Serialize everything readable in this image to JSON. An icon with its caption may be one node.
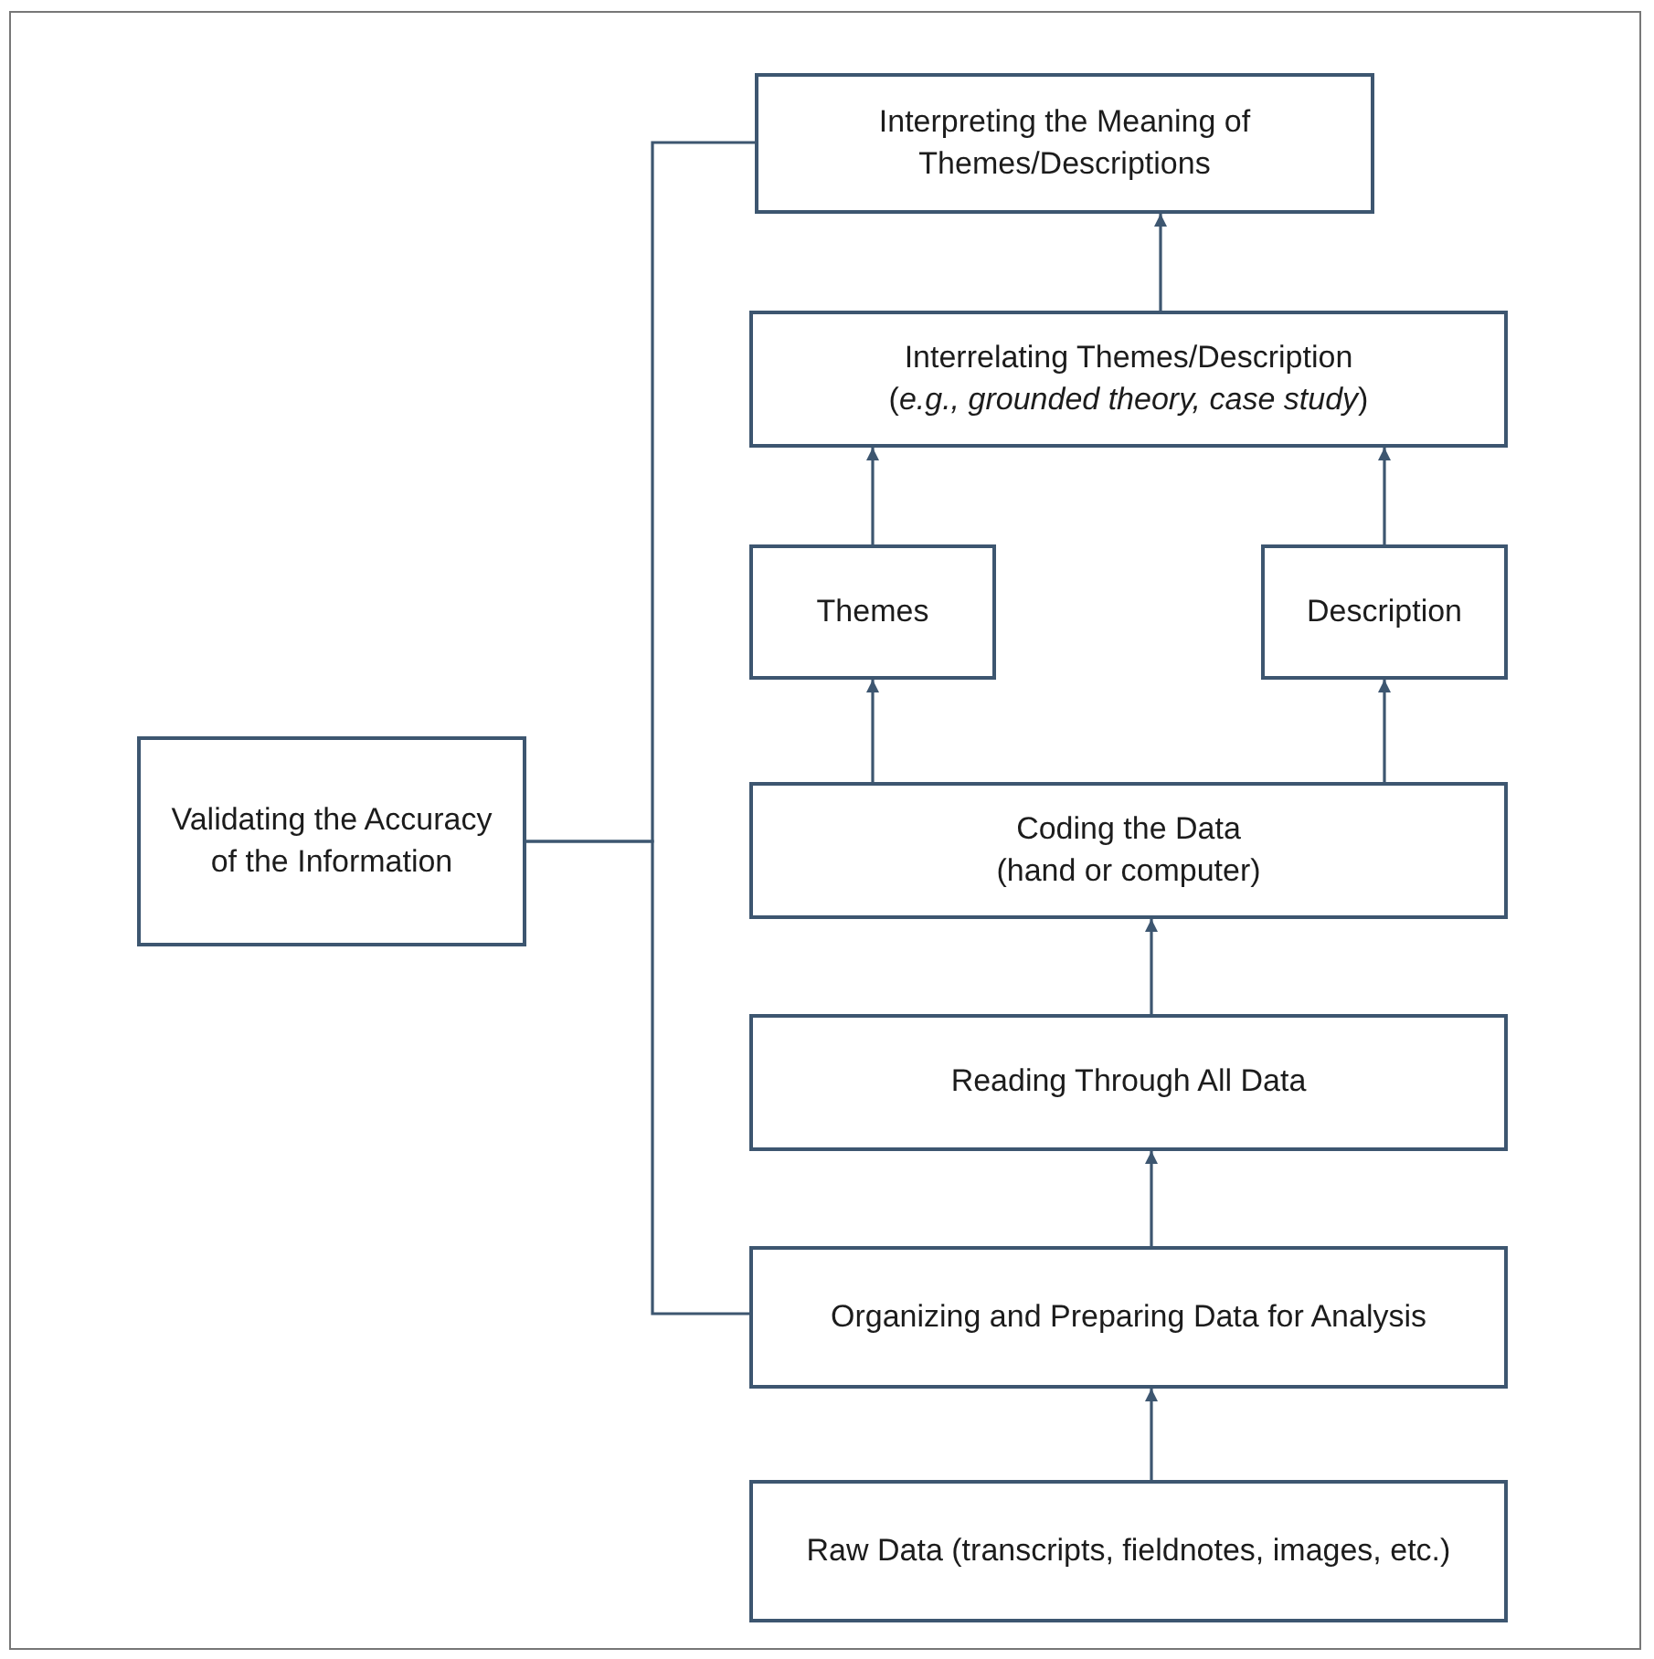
{
  "diagram": {
    "nodes": [
      {
        "text": [
          "Interpreting the Meaning of Themes/Descriptions"
        ]
      },
      {
        "text": [
          "Interrelating Themes/Description",
          "(*e.g., grounded theory, case study*)"
        ]
      },
      {
        "text": [
          "Themes"
        ]
      },
      {
        "text": [
          "Description"
        ]
      },
      {
        "text": [
          "Coding the Data",
          "(hand or computer)"
        ]
      },
      {
        "text": [
          "Reading Through All Data"
        ]
      },
      {
        "text": [
          "Organizing and Preparing Data for Analysis"
        ]
      },
      {
        "text": [
          "Raw Data (transcripts, fieldnotes, images, etc.)"
        ]
      },
      {
        "text": [
          "Validating the Accuracy of the Information"
        ]
      }
    ],
    "edges": [
      {
        "from": 7,
        "to": 6,
        "arrow": "to"
      },
      {
        "from": 6,
        "to": 5,
        "arrow": "to"
      },
      {
        "from": 5,
        "to": 4,
        "arrow": "to"
      },
      {
        "from": 4,
        "to": 2,
        "arrow": "to"
      },
      {
        "from": 4,
        "to": 3,
        "arrow": "to"
      },
      {
        "from": 2,
        "to": 1,
        "arrow": "to"
      },
      {
        "from": 3,
        "to": 1,
        "arrow": "to"
      },
      {
        "from": 1,
        "to": 0,
        "arrow": "to"
      },
      {
        "from": 8,
        "to": 0,
        "arrow": "none"
      },
      {
        "from": 8,
        "to": 6,
        "arrow": "none"
      }
    ]
  }
}
